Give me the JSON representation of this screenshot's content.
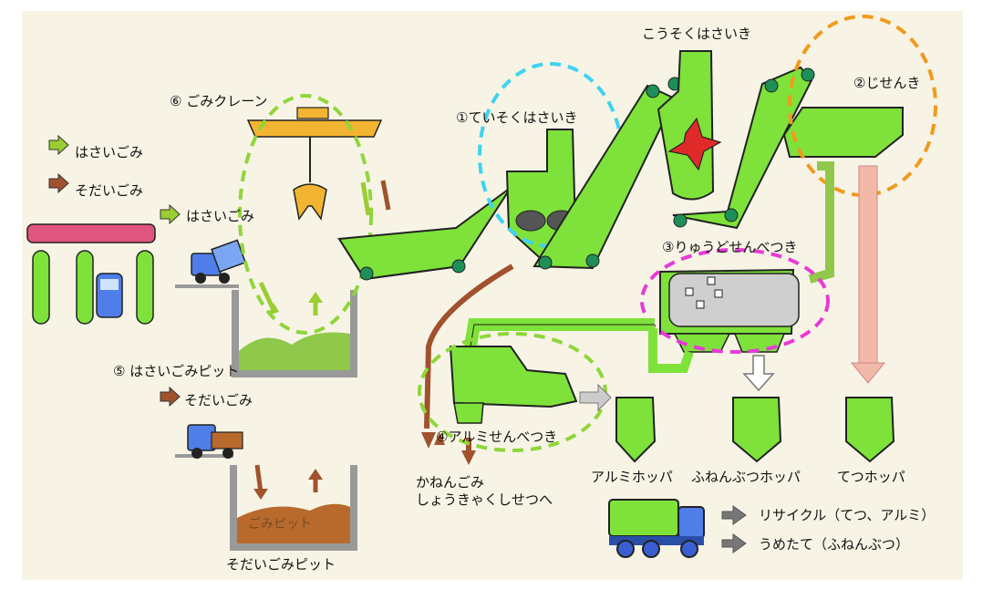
{
  "labels": {
    "legend_sorted_waste": "はさいごみ",
    "legend_bulky_waste": "そだいごみ",
    "crane": "⑥ ごみクレーン",
    "low_speed_crusher": "①ていそくはさいき",
    "high_speed_crusher": "こうそくはさいき",
    "magnetic_separator": "②じせんき",
    "flow_separator": "③りゅうどせんべつき",
    "sorted_waste_in": "はさいごみ",
    "sorted_waste_pit": "⑤ はさいごみピット",
    "bulky_waste_in": "そだいごみ",
    "aluminum_separator": "④アルミせんべつき",
    "combustible_out": "かねんごみ\nしょうきゃくしせつへ",
    "aluminum_hopper": "アルミホッパ",
    "noncombustible_hopper": "ふねんぶつホッパ",
    "iron_hopper": "てつホッパ",
    "pit_inner": "ごみピット",
    "bulky_waste_pit": "そだいごみピット",
    "recycle": "リサイクル（てつ、アルミ）",
    "landfill": "うめたて（ふねんぶつ）"
  },
  "colors": {
    "green": "#7ee23a",
    "green_dark": "#2a2a2a",
    "roller": "#1f8f5a",
    "pink_frame": "#e0557f",
    "crane_orange": "#f2b431",
    "brown_arrow": "#a0522d",
    "lime_arrow": "#9acd32",
    "cyan_ring": "#3ed3f2",
    "orange_ring": "#f29a1c",
    "magenta_ring": "#e83ad6",
    "green_ring": "#8fd63a",
    "gray_arrow": "#777777",
    "iron_chute": "#f2b9a8",
    "soil": "#b86a2c"
  },
  "icons": {
    "sorted_arrow": "lime-arrow-icon",
    "bulky_arrow": "brown-arrow-icon",
    "truck": "truck-icon",
    "crusher_blade": "red-blade-icon"
  }
}
